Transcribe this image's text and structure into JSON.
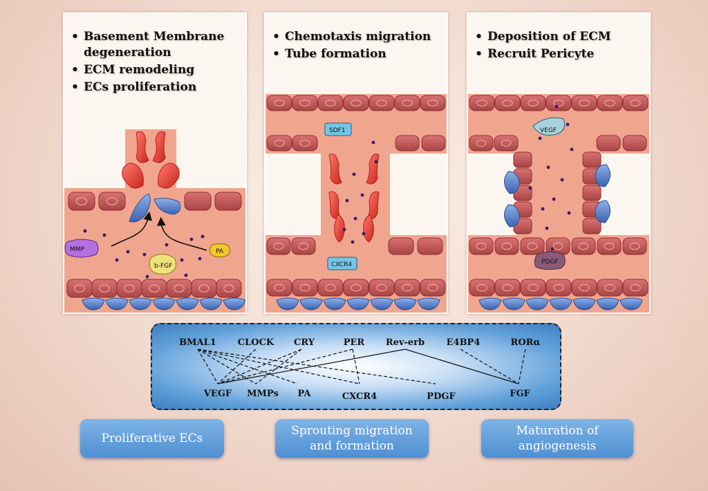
{
  "panels": [
    {
      "bullets": [
        "Basement Membrane degeneration",
        "ECM remodeling",
        "ECs proliferation"
      ],
      "labels": {
        "mmp": "MMP",
        "bfgf": "b-FGF",
        "pa": "PA"
      }
    },
    {
      "bullets": [
        "Chemotaxis migration",
        "Tube formation"
      ],
      "labels": {
        "sdf1": "SDF1",
        "cxcr4": "CXCR4"
      }
    },
    {
      "bullets": [
        "Deposition of ECM",
        "Recruit Pericyte"
      ],
      "labels": {
        "vegf": "VEGF",
        "pdgf": "PDGF"
      }
    }
  ],
  "network": {
    "top": [
      "BMAL1",
      "CLOCK",
      "CRY",
      "PER",
      "Rev-erb",
      "E4BP4",
      "RORα"
    ],
    "bottom": [
      "VEGF",
      "MMPs",
      "PA",
      "CXCR4",
      "PDGF",
      "FGF"
    ]
  },
  "stages": [
    {
      "label": "Proliferative ECs"
    },
    {
      "label": "Sprouting migration and formation"
    },
    {
      "label": "Maturation of angiogenesis"
    }
  ],
  "colors": {
    "vessel": "#f0a58f",
    "cell": "#c85c5c",
    "endothelial": "#e8453a",
    "pericyte": "#4f7ec4"
  }
}
